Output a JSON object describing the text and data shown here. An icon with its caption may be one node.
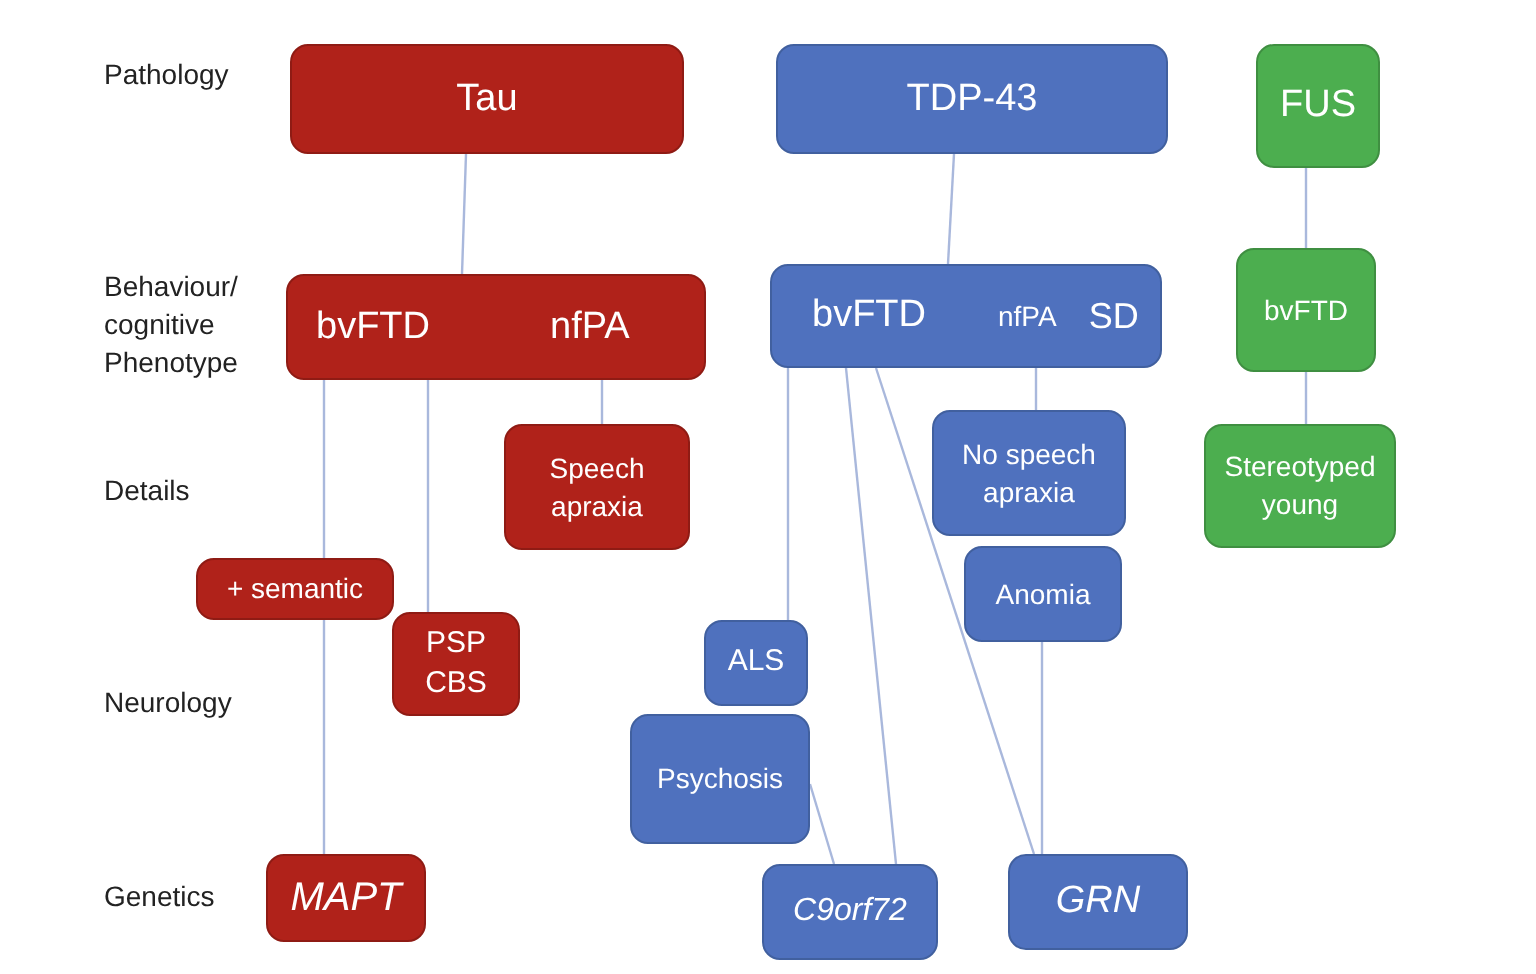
{
  "diagram": {
    "nodes": [
      {
        "text": [
          "Tau"
        ]
      },
      {
        "text": [
          "TDP-43"
        ]
      },
      {
        "text": [
          "FUS"
        ]
      },
      {
        "text": [
          "bvFTD",
          "nfPA"
        ]
      },
      {
        "text": [
          "bvFTD",
          "nfPA",
          "SD"
        ]
      },
      {
        "text": [
          "bvFTD"
        ]
      },
      {
        "text": [
          "Speech apraxia"
        ]
      },
      {
        "text": [
          "No speech apraxia"
        ]
      },
      {
        "text": [
          "Stereotyped young"
        ]
      },
      {
        "text": [
          "+ semantic"
        ]
      },
      {
        "text": [
          "Anomia"
        ]
      },
      {
        "text": [
          "PSP CBS"
        ]
      },
      {
        "text": [
          "ALS"
        ]
      },
      {
        "text": [
          "Psychosis"
        ]
      },
      {
        "text": [
          "MAPT"
        ]
      },
      {
        "text": [
          "C9orf72"
        ]
      },
      {
        "text": [
          "GRN"
        ]
      }
    ],
    "edges": [
      {
        "from": 0,
        "to": 3,
        "arrow": "none"
      },
      {
        "from": 1,
        "to": 4,
        "arrow": "none"
      },
      {
        "from": 2,
        "to": 5,
        "arrow": "none"
      },
      {
        "from": 3,
        "to": 9,
        "arrow": "none"
      },
      {
        "from": 9,
        "to": 14,
        "arrow": "none"
      },
      {
        "from": 3,
        "to": 11,
        "arrow": "none"
      },
      {
        "from": 3,
        "to": 6,
        "arrow": "none"
      },
      {
        "from": 4,
        "to": 12,
        "arrow": "none"
      },
      {
        "from": 4,
        "to": 15,
        "arrow": "none"
      },
      {
        "from": 4,
        "to": 16,
        "arrow": "none"
      },
      {
        "from": 4,
        "to": 7,
        "arrow": "none"
      },
      {
        "from": 10,
        "to": 16,
        "arrow": "none"
      },
      {
        "from": 13,
        "to": 15,
        "arrow": "none"
      },
      {
        "from": 5,
        "to": 8,
        "arrow": "none"
      }
    ],
    "labels": [
      "Pathology",
      "Behaviour/ cognitive Phenotype",
      "Details",
      "Neurology",
      "Genetics"
    ]
  }
}
